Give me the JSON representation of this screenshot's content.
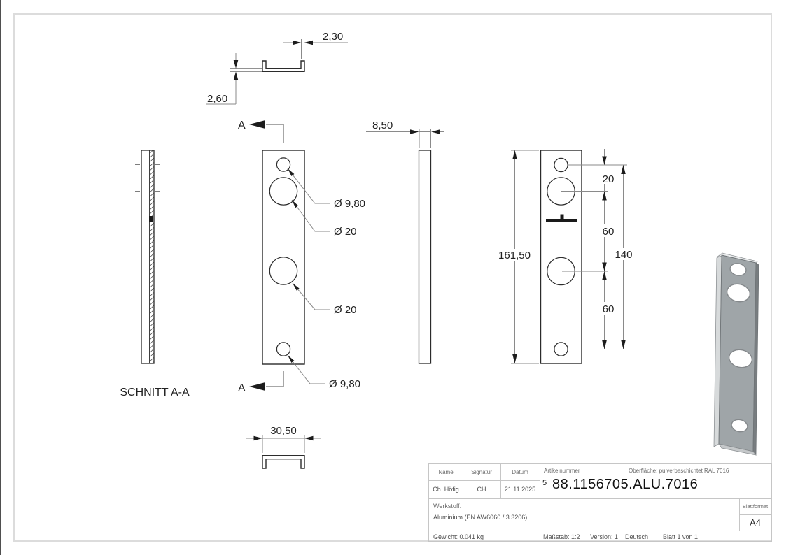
{
  "drawing": {
    "section": {
      "label": "SCHNITT A-A",
      "cut_label_top": "A",
      "cut_label_bottom": "A"
    },
    "dimensions": {
      "flange_width": "2,30",
      "base_thickness": "2,60",
      "profile_depth": "8,50",
      "profile_width": "30,50",
      "total_height": "161,50",
      "hole_offset": "20",
      "hole_pitch_upper": "60",
      "hole_span": "140",
      "hole_pitch_lower": "60",
      "dia_small_top": "Ø 9,80",
      "dia_large_top": "Ø 20",
      "dia_large_mid": "Ø 20",
      "dia_small_bottom": "Ø 9,80"
    }
  },
  "title_block": {
    "headers": {
      "name": "Name",
      "signatur": "Signatur",
      "datum": "Datum",
      "artikelnummer": "Artikelnummer",
      "blattformat": "Blattformat"
    },
    "values": {
      "name": "Ch. Höfig",
      "signatur": "CH",
      "datum": "21.11.2025",
      "artikelnummer_prefix": "5",
      "artikelnummer": "88.1156705.ALU.7016",
      "blattformat": "A4"
    },
    "oberflaeche": "Oberfläche:  pulverbeschichtet RAL 7016",
    "werkstoff_label": "Werkstoff:",
    "werkstoff": "Aluminium (EN AW6060 / 3.3206)",
    "gewicht": "Gewicht: 0.041 kg",
    "massstab": "Maßstab: 1:2",
    "version": "Version: 1",
    "sprache": "Deutsch",
    "blatt": "Blatt 1 von 1"
  },
  "colors": {
    "part_line": "#2b2b2b",
    "dim_line": "#8a8a8a",
    "frame": "#dcdcdc",
    "part_3d_front": "#9fa5a8",
    "powder_coat": "RAL 7016"
  }
}
